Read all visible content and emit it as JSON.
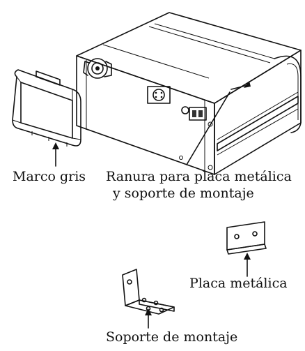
{
  "labels": {
    "gray_frame": "Marco gris",
    "slot_line1": "Ranura para placa metálica",
    "slot_line2": "y soporte de montaje",
    "metal_plate": "Placa metálica",
    "mounting_bracket": "Soporte de montaje"
  }
}
